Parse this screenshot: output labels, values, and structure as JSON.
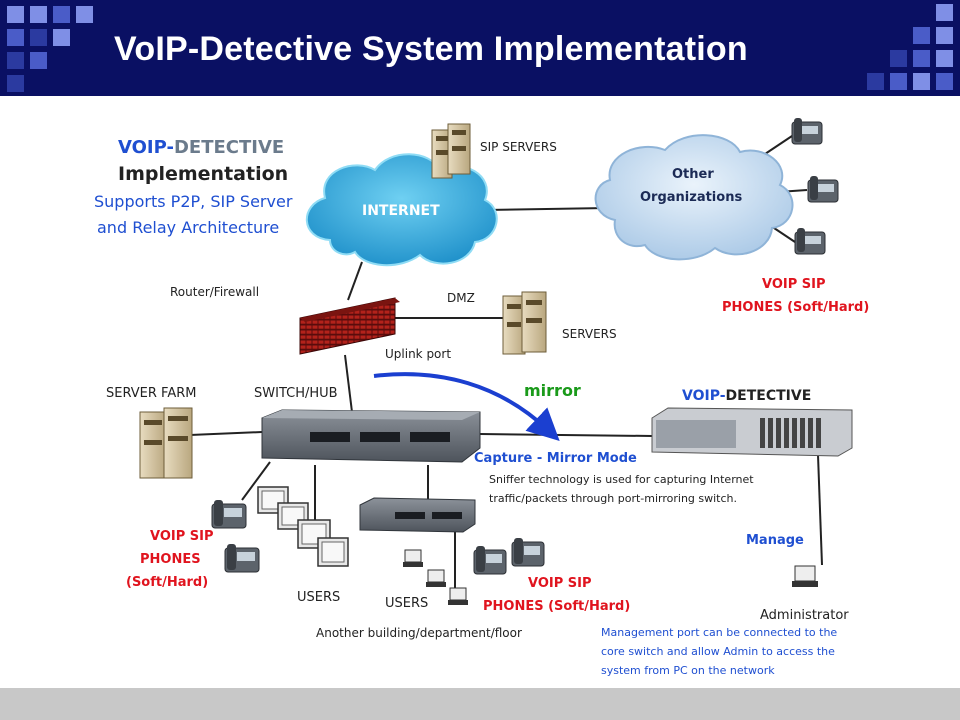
{
  "slide": {
    "title": "VoIP-Detective System Implementation"
  },
  "colors": {
    "header_bg": "#0a1063",
    "blue_text": "#1f4fd1",
    "red_text": "#e0141e",
    "green_text": "#1a9a1a",
    "dark_text": "#222222"
  },
  "diagram": {
    "brand_prefix": "VOIP-",
    "brand_suffix": "DETECTIVE",
    "implementation": "Implementation",
    "supports_line1": "Supports P2P, SIP Server",
    "supports_line2": "and Relay Architecture",
    "sip_servers": "SIP SERVERS",
    "internet": "INTERNET",
    "other_line1": "Other",
    "other_line2": "Organizations",
    "voip_sip_phones_right_line1": "VOIP SIP",
    "voip_sip_phones_right_line2": "PHONES (Soft/Hard)",
    "router_firewall": "Router/Firewall",
    "dmz": "DMZ",
    "servers": "SERVERS",
    "uplink_port": "Uplink port",
    "server_farm": "SERVER FARM",
    "switch_hub": "SWITCH/HUB",
    "mirror": "mirror",
    "detective_prefix": "VOIP-",
    "detective_suffix": "DETECTIVE",
    "capture_mode": "Capture - Mirror Mode",
    "sniffer_line1": "Sniffer technology is used for capturing Internet",
    "sniffer_line2": "traffic/packets through port-mirroring switch.",
    "manage": "Manage",
    "voip_left_line1": "VOIP SIP",
    "voip_left_line2": "PHONES",
    "voip_left_line3": "(Soft/Hard)",
    "users_left": "USERS",
    "users_mid": "USERS",
    "voip_mid_line1": "VOIP SIP",
    "voip_mid_line2": "PHONES (Soft/Hard)",
    "administrator": "Administrator",
    "another_building": "Another building/department/floor",
    "mgmt_line1": "Management port can be connected to the",
    "mgmt_line2": "core switch and allow Admin to access the",
    "mgmt_line3": "system from  PC on the network"
  }
}
